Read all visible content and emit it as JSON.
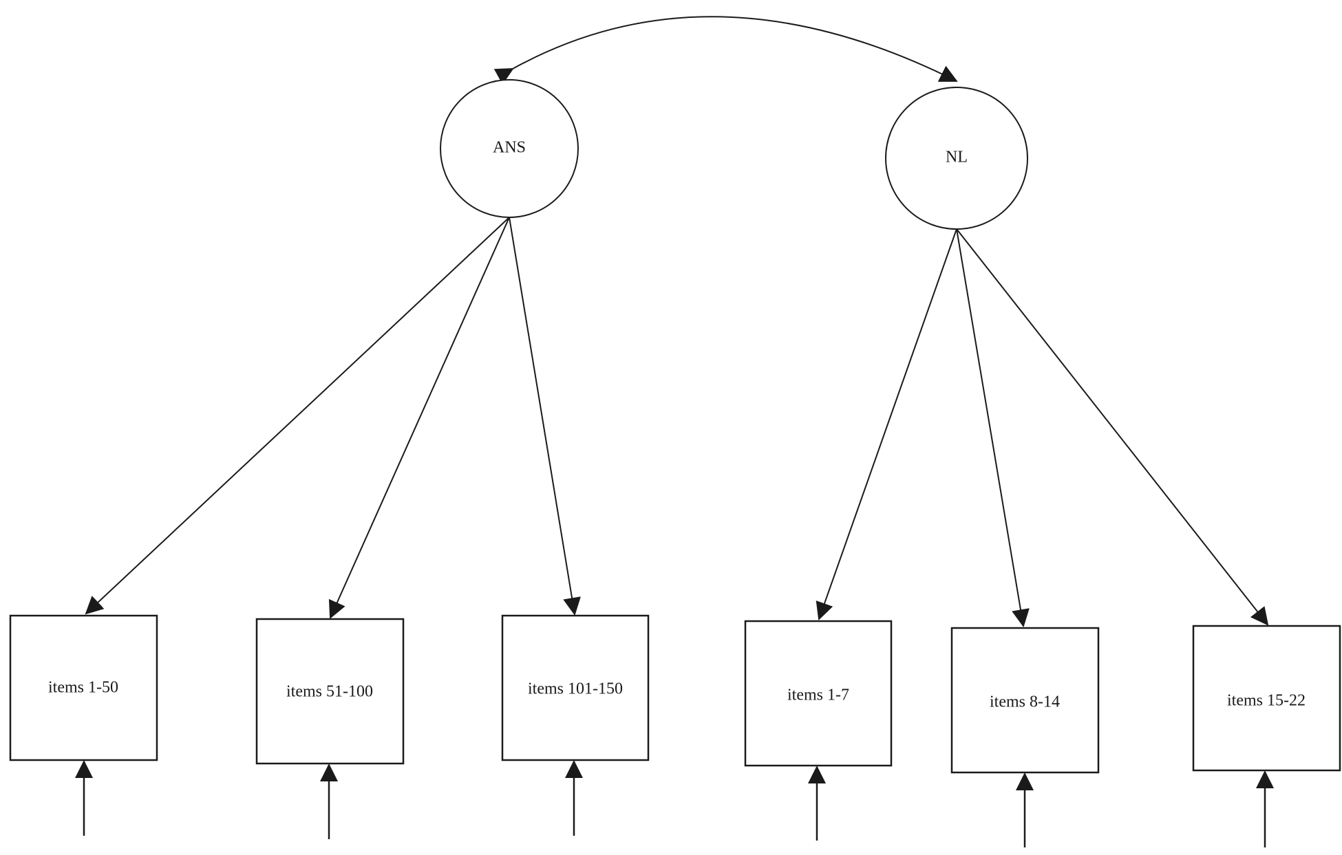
{
  "diagram": {
    "latent_factors": [
      {
        "id": "ans",
        "label": "ANS"
      },
      {
        "id": "nl",
        "label": "NL"
      }
    ],
    "indicators": [
      {
        "label": "items 1-50",
        "factor": "ans"
      },
      {
        "label": "items 51-100",
        "factor": "ans"
      },
      {
        "label": "items 101-150",
        "factor": "ans"
      },
      {
        "label": "items 1-7",
        "factor": "nl"
      },
      {
        "label": "items 8-14",
        "factor": "nl"
      },
      {
        "label": "items 15-22",
        "factor": "nl"
      }
    ],
    "covariance": {
      "between": [
        "ans",
        "nl"
      ],
      "bidirectional": true
    },
    "error_terms": true
  }
}
